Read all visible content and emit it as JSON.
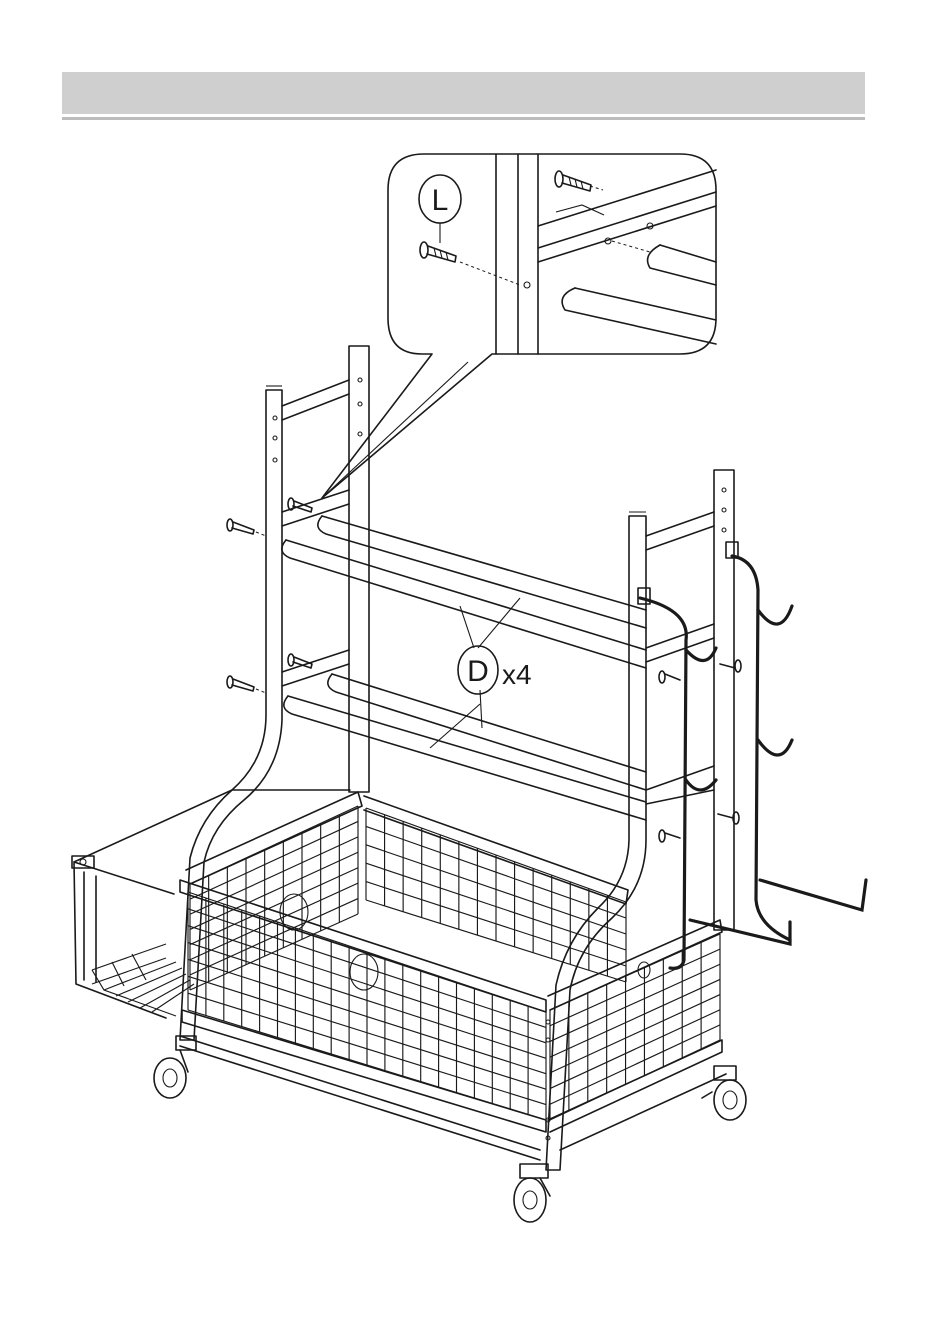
{
  "header": {
    "text": ""
  },
  "callouts": {
    "bolt_label": "L",
    "bar_label": "D",
    "bar_quantity": "x4"
  },
  "icons": [
    "bolt-icon",
    "caster-wheel-icon",
    "hook-icon"
  ],
  "colors": {
    "line": "#1a1a1a",
    "header_band": "#cfcfcf",
    "background": "#ffffff"
  }
}
